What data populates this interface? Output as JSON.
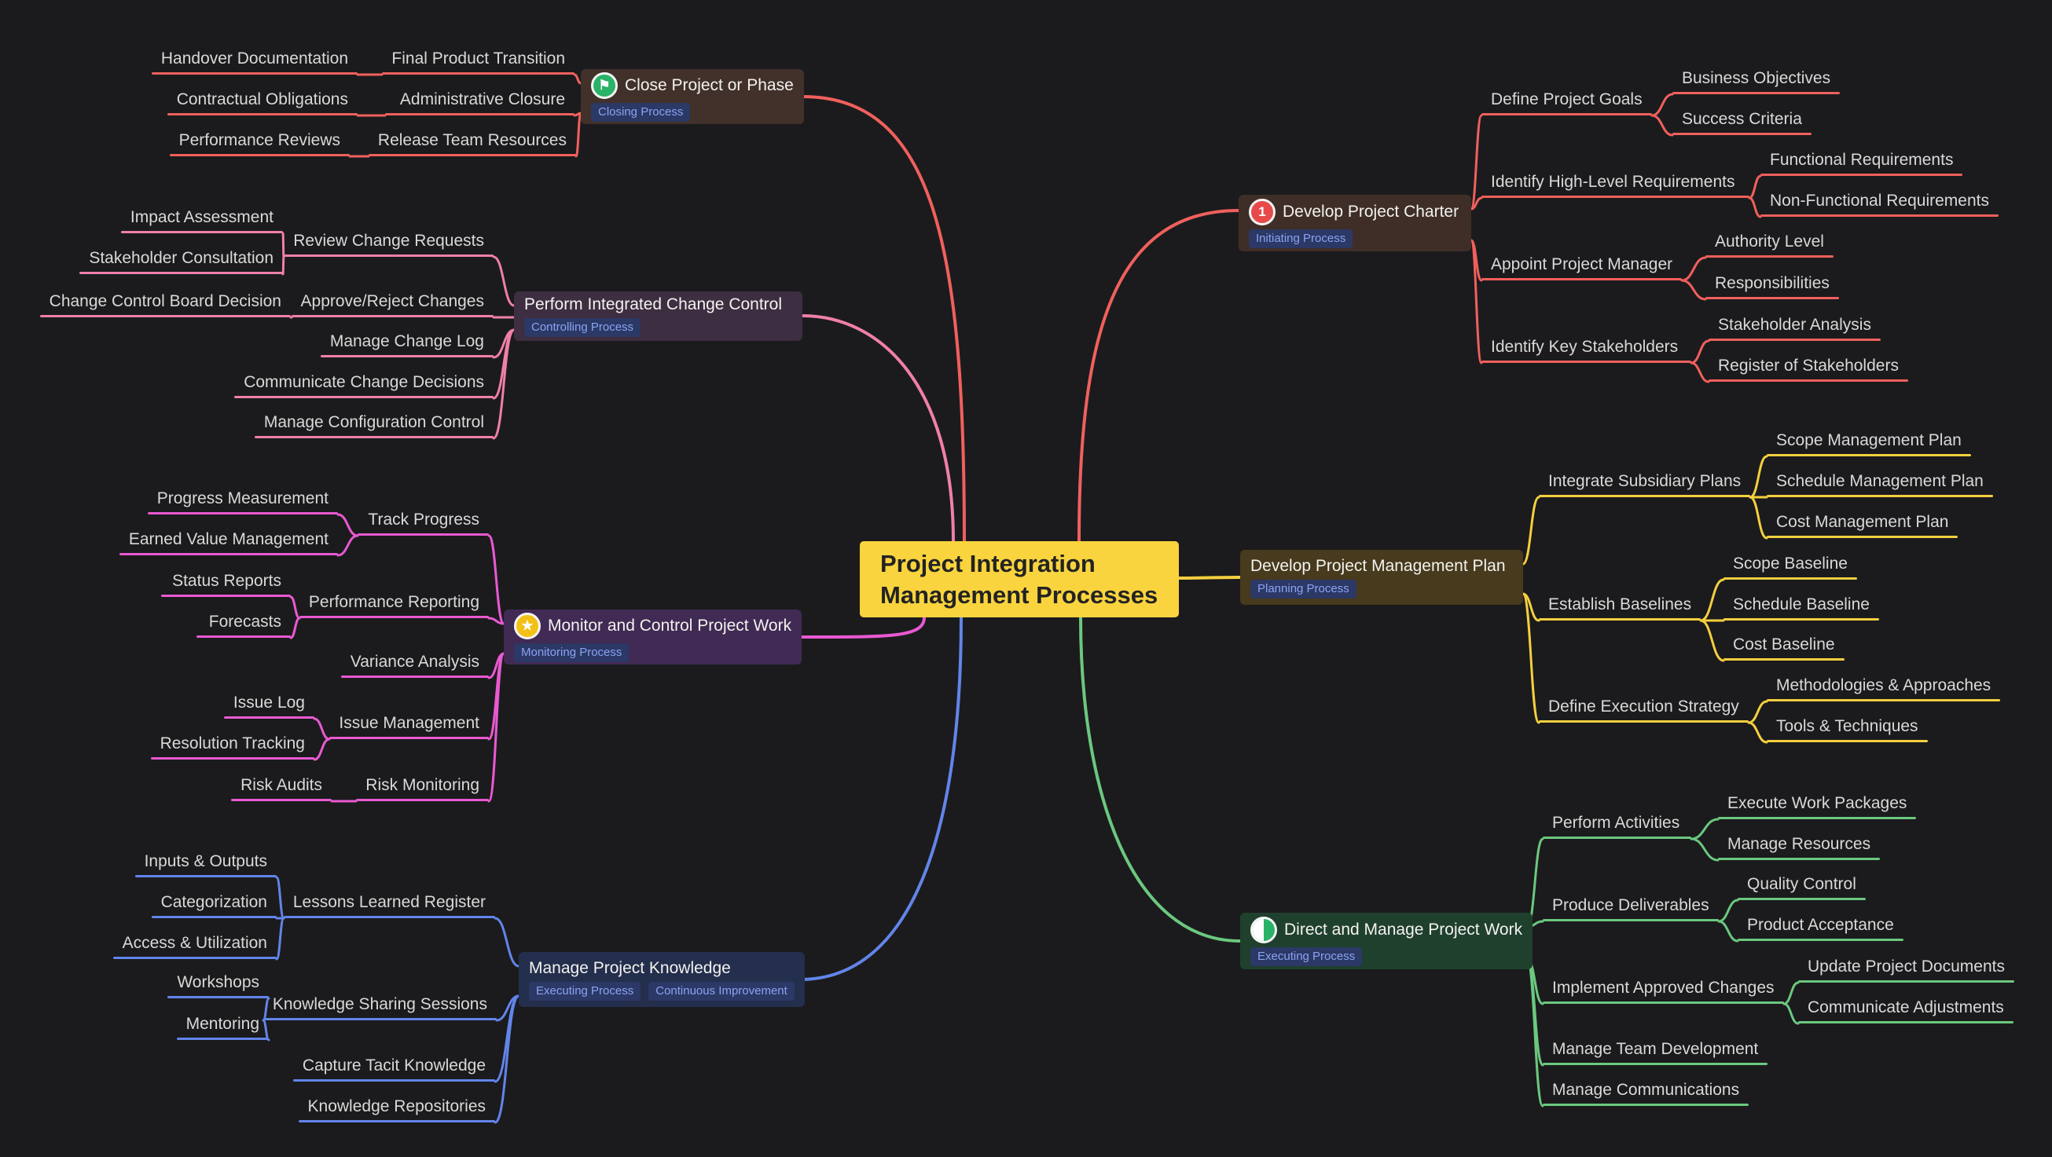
{
  "center": {
    "label": "Project Integration Management Processes"
  },
  "colors": {
    "background": "#1b1b1d",
    "node_title_text": "#f3f2ef",
    "leaf_text": "#d9d9d9",
    "badge_bg": "#2c3865",
    "badge_text": "#8aa4f4",
    "center_bg": "#f9d43e",
    "center_text": "#232323"
  },
  "branches": [
    {
      "id": "develop-project-charter",
      "label": "Develop Project Charter",
      "side": "right",
      "color": "#f0605d",
      "node_bg": "#3f2e27",
      "icon": {
        "name": "number-one-icon",
        "glyph": "1",
        "color": "#e84a4b"
      },
      "badges": [
        "Initiating Process"
      ],
      "children": [
        {
          "label": "Define Project Goals",
          "children": [
            {
              "label": "Business Objectives"
            },
            {
              "label": "Success Criteria"
            }
          ]
        },
        {
          "label": "Identify High-Level Requirements",
          "children": [
            {
              "label": "Functional Requirements"
            },
            {
              "label": "Non-Functional Requirements"
            }
          ]
        },
        {
          "label": "Appoint Project Manager",
          "children": [
            {
              "label": "Authority Level"
            },
            {
              "label": "Responsibilities"
            }
          ]
        },
        {
          "label": "Identify Key Stakeholders",
          "children": [
            {
              "label": "Stakeholder Analysis"
            },
            {
              "label": "Register of Stakeholders"
            }
          ]
        }
      ]
    },
    {
      "id": "develop-project-management-plan",
      "label": "Develop Project Management Plan",
      "side": "right",
      "color": "#f4cf3f",
      "node_bg": "#473a1d",
      "icon": null,
      "badges": [
        "Planning Process"
      ],
      "children": [
        {
          "label": "Integrate Subsidiary Plans",
          "children": [
            {
              "label": "Scope Management Plan"
            },
            {
              "label": "Schedule Management Plan"
            },
            {
              "label": "Cost Management Plan"
            }
          ]
        },
        {
          "label": "Establish Baselines",
          "children": [
            {
              "label": "Scope Baseline"
            },
            {
              "label": "Schedule Baseline"
            },
            {
              "label": "Cost Baseline"
            }
          ]
        },
        {
          "label": "Define Execution Strategy",
          "children": [
            {
              "label": "Methodologies & Approaches"
            },
            {
              "label": "Tools & Techniques"
            }
          ]
        }
      ]
    },
    {
      "id": "direct-and-manage-project-work",
      "label": "Direct and Manage Project Work",
      "side": "right",
      "color": "#6bc87f",
      "node_bg": "#20402e",
      "icon": {
        "name": "half-circle-icon",
        "glyph": "",
        "color": "#2ab269"
      },
      "badges": [
        "Executing Process"
      ],
      "children": [
        {
          "label": "Perform Activities",
          "children": [
            {
              "label": "Execute Work Packages"
            },
            {
              "label": "Manage Resources"
            }
          ]
        },
        {
          "label": "Produce Deliverables",
          "children": [
            {
              "label": "Quality Control"
            },
            {
              "label": "Product Acceptance"
            }
          ]
        },
        {
          "label": "Implement Approved Changes",
          "children": [
            {
              "label": "Update Project Documents"
            },
            {
              "label": "Communicate Adjustments"
            }
          ]
        },
        {
          "label": "Manage Team Development",
          "children": []
        },
        {
          "label": "Manage Communications",
          "children": []
        }
      ]
    },
    {
      "id": "close-project-or-phase",
      "label": "Close Project or Phase",
      "side": "left",
      "color": "#f0605d",
      "node_bg": "#41312a",
      "icon": {
        "name": "flag-icon",
        "glyph": "⚑",
        "color": "#2ab269"
      },
      "badges": [
        "Closing Process"
      ],
      "children": [
        {
          "label": "Final Product Transition",
          "children": [
            {
              "label": "Handover Documentation"
            }
          ]
        },
        {
          "label": "Administrative Closure",
          "children": [
            {
              "label": "Contractual Obligations"
            }
          ]
        },
        {
          "label": "Release Team Resources",
          "children": [
            {
              "label": "Performance Reviews"
            }
          ]
        }
      ]
    },
    {
      "id": "perform-integrated-change-control",
      "label": "Perform Integrated Change Control",
      "side": "left",
      "color": "#f07fab",
      "node_bg": "#3e2e41",
      "icon": null,
      "badges": [
        "Controlling Process"
      ],
      "children": [
        {
          "label": "Review Change Requests",
          "children": [
            {
              "label": "Impact Assessment"
            },
            {
              "label": "Stakeholder Consultation"
            }
          ]
        },
        {
          "label": "Approve/Reject Changes",
          "children": [
            {
              "label": "Change Control Board Decision"
            }
          ]
        },
        {
          "label": "Manage Change Log",
          "children": []
        },
        {
          "label": "Communicate Change Decisions",
          "children": []
        },
        {
          "label": "Manage Configuration Control",
          "children": []
        }
      ]
    },
    {
      "id": "monitor-and-control-project-work",
      "label": "Monitor and Control Project Work",
      "side": "left",
      "color": "#e959d2",
      "node_bg": "#412a54",
      "icon": {
        "name": "star-icon",
        "glyph": "★",
        "color": "#f2c115"
      },
      "badges": [
        "Monitoring Process"
      ],
      "children": [
        {
          "label": "Track Progress",
          "children": [
            {
              "label": "Progress Measurement"
            },
            {
              "label": "Earned Value Management"
            }
          ]
        },
        {
          "label": "Performance Reporting",
          "children": [
            {
              "label": "Status Reports"
            },
            {
              "label": "Forecasts"
            }
          ]
        },
        {
          "label": "Variance Analysis",
          "children": []
        },
        {
          "label": "Issue Management",
          "children": [
            {
              "label": "Issue Log"
            },
            {
              "label": "Resolution Tracking"
            }
          ]
        },
        {
          "label": "Risk Monitoring",
          "children": [
            {
              "label": "Risk Audits"
            }
          ]
        }
      ]
    },
    {
      "id": "manage-project-knowledge",
      "label": "Manage Project Knowledge",
      "side": "left",
      "color": "#6285ea",
      "node_bg": "#242e4d",
      "icon": null,
      "badges": [
        "Executing Process",
        "Continuous Improvement"
      ],
      "children": [
        {
          "label": "Lessons Learned Register",
          "children": [
            {
              "label": "Inputs & Outputs"
            },
            {
              "label": "Categorization"
            },
            {
              "label": "Access & Utilization"
            }
          ]
        },
        {
          "label": "Knowledge Sharing Sessions",
          "children": [
            {
              "label": "Workshops"
            },
            {
              "label": "Mentoring"
            }
          ]
        },
        {
          "label": "Capture Tacit Knowledge",
          "children": []
        },
        {
          "label": "Knowledge Repositories",
          "children": []
        }
      ]
    }
  ]
}
